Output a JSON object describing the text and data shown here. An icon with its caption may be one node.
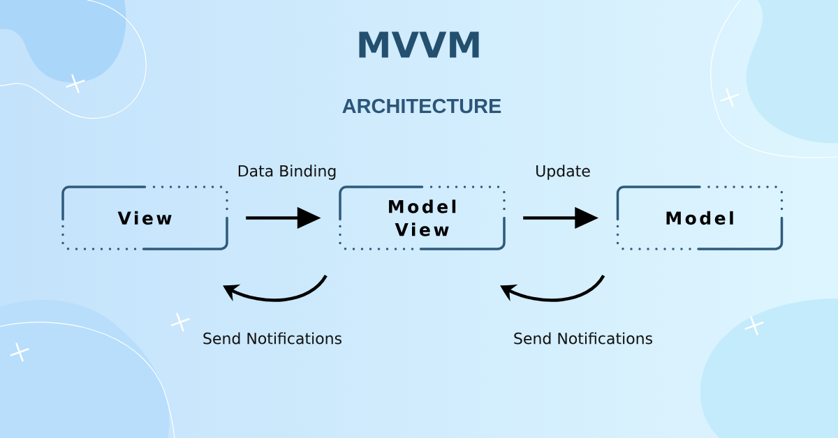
{
  "diagram": {
    "title": "MVVM",
    "nodes": [
      {
        "text": [
          "View"
        ]
      },
      {
        "text": [
          "Model View"
        ]
      },
      {
        "text": [
          "Model"
        ]
      }
    ],
    "edges": [
      {
        "from": 0,
        "to": 1,
        "arrow": "to",
        "label": "Data Binding"
      },
      {
        "from": 1,
        "to": 2,
        "arrow": "to",
        "label": "Update"
      },
      {
        "from": 1,
        "to": 0,
        "arrow": "to",
        "label": "Send Notifications"
      },
      {
        "from": 2,
        "to": 1,
        "arrow": "to",
        "label": "Send Notifications"
      }
    ],
    "labels": [
      "ARCHITECTURE"
    ]
  }
}
